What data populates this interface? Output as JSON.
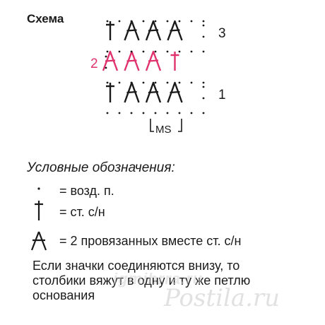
{
  "title": "Схема",
  "chart": {
    "row_labels": [
      "3",
      "2",
      "1"
    ],
    "repeat_label": "MS",
    "accent_color": "#e0336e",
    "rows": [
      {
        "label": "3",
        "side": "right",
        "color": "#1a1a1a",
        "stitches": [
          "single-dc",
          "dc2tog",
          "dc2tog",
          "dc2tog"
        ]
      },
      {
        "label": "2",
        "side": "left",
        "color": "#e0336e",
        "stitches": [
          "dc2tog",
          "dc2tog",
          "dc2tog",
          "single-dc"
        ]
      },
      {
        "label": "1",
        "side": "right",
        "color": "#1a1a1a",
        "stitches": [
          "single-dc",
          "dc2tog",
          "dc2tog",
          "dc2tog"
        ]
      }
    ]
  },
  "legend": {
    "title": "Условные обозначения:",
    "items": [
      {
        "symbol": "chain-dot-icon",
        "text": "= возд. п."
      },
      {
        "symbol": "double-crochet-icon",
        "text": "= ст. с/н"
      },
      {
        "symbol": "dc2tog-icon",
        "text": "= 2 провязанных вместе ст. с/н"
      }
    ]
  },
  "note": {
    "lines": [
      "Если значки соединяются внизу, то",
      "столбики вяжут в одну и ту же петлю",
      "основания"
    ]
  },
  "watermarks": {
    "site": "igmihrra.ru",
    "logo": "Postila.ru"
  }
}
